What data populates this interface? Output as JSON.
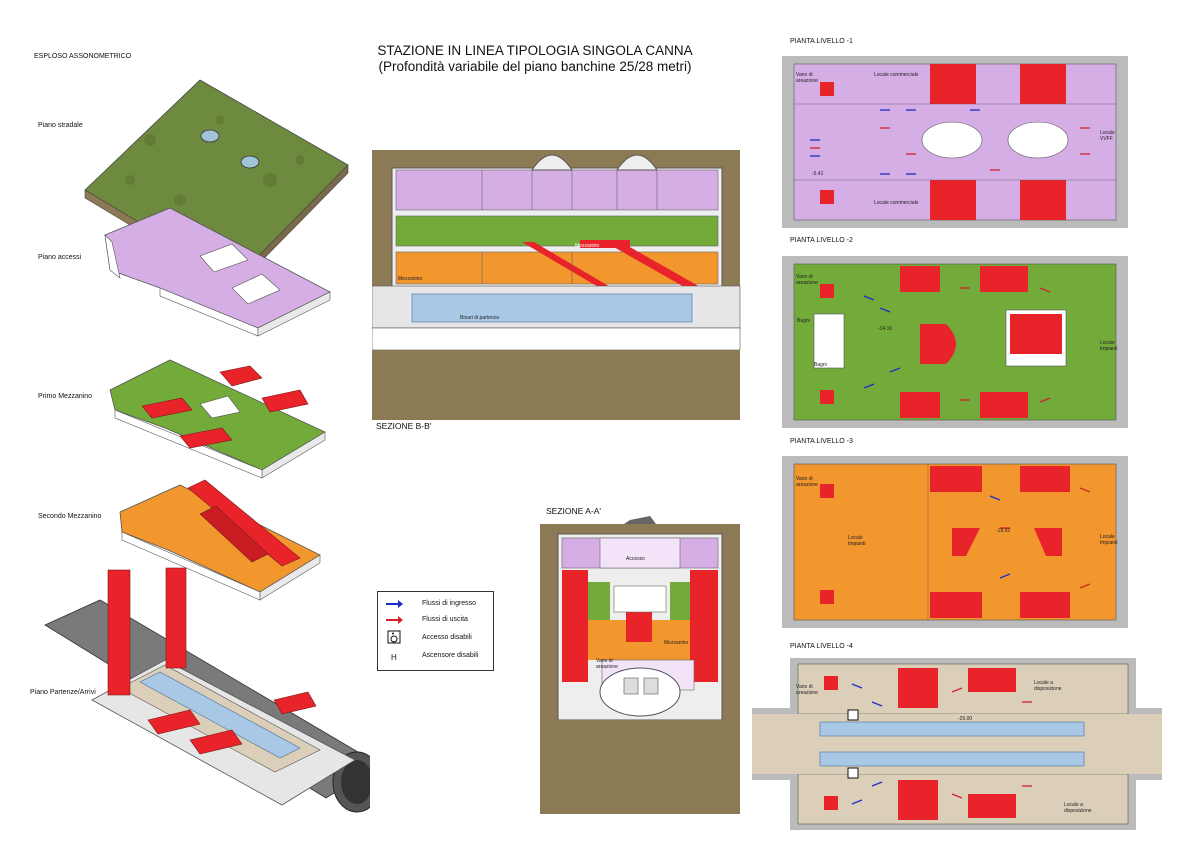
{
  "title": {
    "line1": "STAZIONE IN LINEA TIPOLOGIA SINGOLA CANNA",
    "line2": "(Profondità variabile del piano banchine 25/28 metri)"
  },
  "axonometric": {
    "heading": "ESPLOSO ASSONOMETRICO",
    "levels": [
      "Piano stradale",
      "Piano accessi",
      "Primo Mezzanino",
      "Secondo Mezzanino",
      "Piano Partenze/Arrivi"
    ]
  },
  "sections": {
    "bb_label": "SEZIONE B-B'",
    "aa_label": "SEZIONE A-A'",
    "bb_rooms": {
      "mezzanino_upper": "Mezzanino",
      "mezzanino_lower": "Mezzanino",
      "binari": "Binari di partenza"
    },
    "aa_rooms": {
      "accesso": "Accesso",
      "mezzanino": "Mezzanino",
      "vano": "Vano di areazione"
    }
  },
  "legend": {
    "items": [
      {
        "icon": "blue-arrow",
        "label": "Flussi di ingresso"
      },
      {
        "icon": "red-arrow",
        "label": "Flussi di uscita"
      },
      {
        "icon": "wheelchair",
        "label": "Accesso disabili"
      },
      {
        "icon": "H",
        "label": "Ascensore disabili"
      }
    ]
  },
  "plans": [
    {
      "label": "PIANTA LIVELLO -1",
      "level": "-5.41",
      "rooms": [
        "Vano di areazione",
        "Locale commerciale",
        "Locale VVFF"
      ]
    },
    {
      "label": "PIANTA LIVELLO -2",
      "level": "-14.16",
      "rooms": [
        "Vano di areazione",
        "Bagni",
        "Locale Impianti"
      ]
    },
    {
      "label": "PIANTA LIVELLO -3",
      "level": "-18.92",
      "rooms": [
        "Vano di areazione",
        "Locale Impianti"
      ]
    },
    {
      "label": "PIANTA LIVELLO -4",
      "level": "-25.00",
      "rooms": [
        "Vano di areazione",
        "Locale a disposizione"
      ]
    }
  ],
  "colors": {
    "accessi": "#d6aee6",
    "mezzanino1": "#72ab3a",
    "mezzanino2": "#f2962e",
    "banchine": "#dccfb9",
    "scale": "#e8232a",
    "ingresso": "#1f2ec4",
    "uscita": "#d4232b",
    "track": "#a8c8e6"
  }
}
